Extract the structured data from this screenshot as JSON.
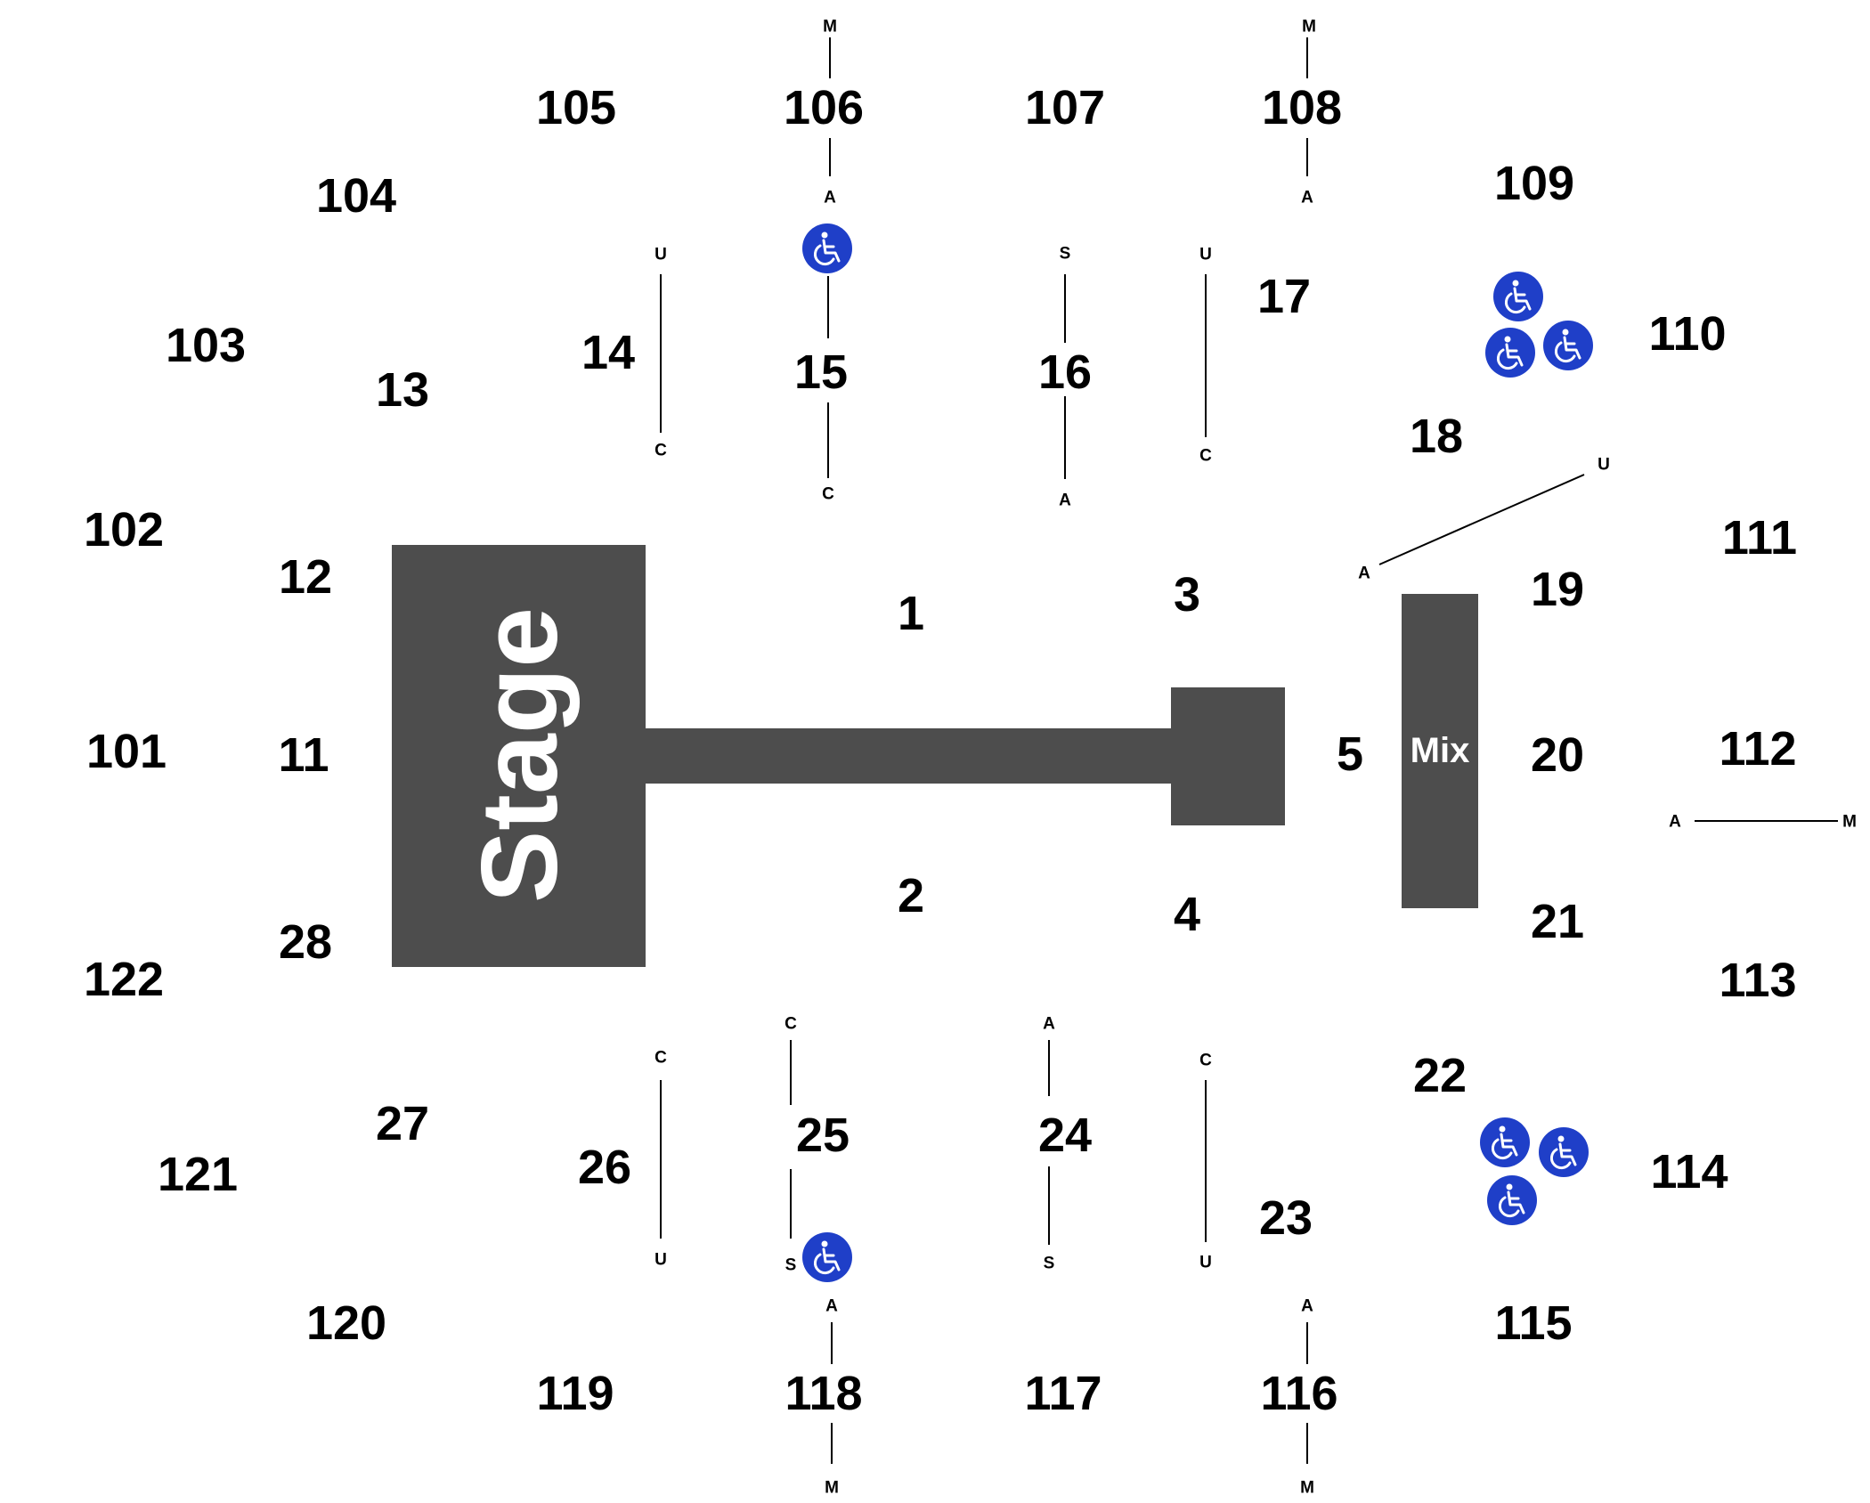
{
  "venue_map": {
    "stage_label": "Stage",
    "mix_label": "Mix",
    "brand_color": "#4d4d4d",
    "accessibility_color": "#1f3fc8",
    "accessibility_icon": "wheelchair-icon",
    "sections": {
      "s1": "1",
      "s2": "2",
      "s3": "3",
      "s4": "4",
      "s5": "5",
      "s11": "11",
      "s12": "12",
      "s13": "13",
      "s14": "14",
      "s15": "15",
      "s16": "16",
      "s17": "17",
      "s18": "18",
      "s19": "19",
      "s20": "20",
      "s21": "21",
      "s22": "22",
      "s23": "23",
      "s24": "24",
      "s25": "25",
      "s26": "26",
      "s27": "27",
      "s28": "28",
      "s101": "101",
      "s102": "102",
      "s103": "103",
      "s104": "104",
      "s105": "105",
      "s106": "106",
      "s107": "107",
      "s108": "108",
      "s109": "109",
      "s110": "110",
      "s111": "111",
      "s112": "112",
      "s113": "113",
      "s114": "114",
      "s115": "115",
      "s116": "116",
      "s117": "117",
      "s118": "118",
      "s119": "119",
      "s120": "120",
      "s121": "121",
      "s122": "122"
    },
    "row_markers": {
      "r106_top": "M",
      "r106_bottom": "A",
      "r108_top": "M",
      "r108_bottom": "A",
      "r14_top": "U",
      "r14_bottom": "C",
      "r15_bottom": "C",
      "r16_top": "S",
      "r16_bottom": "A",
      "r17_top": "U",
      "r17_bottom": "C",
      "r18_bottom": "A",
      "r18_top": "U",
      "r112_left": "A",
      "r112_right": "M",
      "r26_top": "C",
      "r26_bottom": "U",
      "r25_top": "C",
      "r25_bottom": "S",
      "r24_top": "A",
      "r24_bottom": "S",
      "r23_top": "C",
      "r23_bottom": "U",
      "r118_top": "A",
      "r118_bottom": "M",
      "r116_top": "A",
      "r116_bottom": "M"
    }
  }
}
